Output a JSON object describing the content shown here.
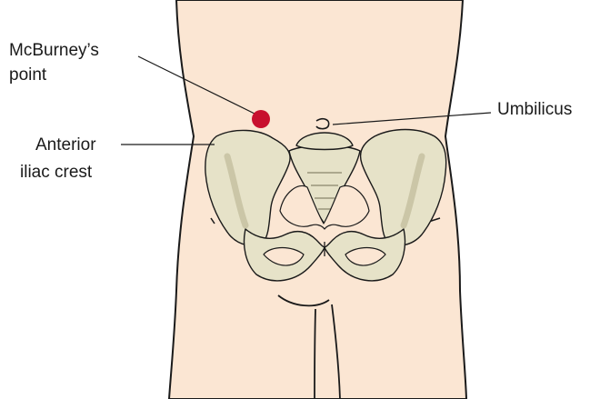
{
  "labels": {
    "mcburney_line1": "McBurney’s",
    "mcburney_line2": "point",
    "umbilicus": "Umbilicus",
    "anterior_line1": "Anterior",
    "anterior_line2": "iliac crest"
  },
  "colors": {
    "skin": "#fbe6d3",
    "outline": "#1a1a1a",
    "bone": "#e6e2c8",
    "bone_shadow": "#c8c3a6",
    "marker": "#c8102e",
    "text": "#1a1a1a"
  }
}
